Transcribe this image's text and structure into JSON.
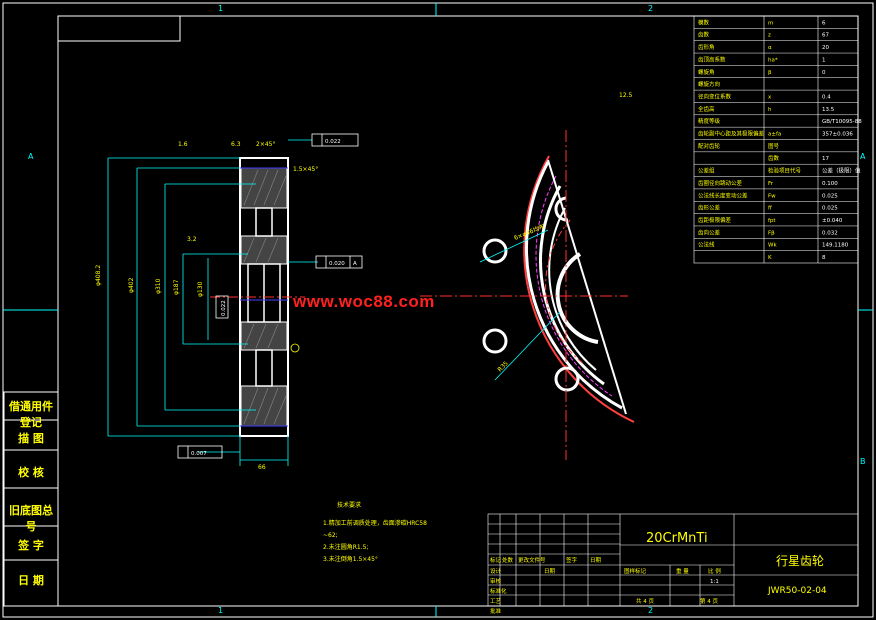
{
  "border": {
    "zone_top_1": "1",
    "zone_top_2": "2",
    "zone_bottom_1": "1",
    "zone_bottom_2": "2",
    "zone_left_a": "A",
    "zone_right_a": "A",
    "zone_right_b": "B"
  },
  "left_strip": [
    "借通用件登记",
    "描 图",
    "校 核",
    "旧底图总号",
    "签 字",
    "日 期"
  ],
  "gear_table": {
    "rows": [
      {
        "label": "模数",
        "sym": "m",
        "val": "6"
      },
      {
        "label": "齿数",
        "sym": "z",
        "val": "67"
      },
      {
        "label": "齿形角",
        "sym": "α",
        "val": "20"
      },
      {
        "label": "齿顶高系数",
        "sym": "ha*",
        "val": "1"
      },
      {
        "label": "螺旋角",
        "sym": "β",
        "val": "0"
      },
      {
        "label": "螺旋方向",
        "sym": "",
        "val": ""
      },
      {
        "label": "径向变位系数",
        "sym": "x",
        "val": "0.4"
      },
      {
        "label": "全齿高",
        "sym": "h",
        "val": "13.5"
      },
      {
        "label": "精度等级",
        "sym": "",
        "val": "GB/T10095-88"
      },
      {
        "label": "齿轮副中心距及其极限偏差",
        "sym": "a±fa",
        "val": "357±0.036"
      },
      {
        "label": "配对齿轮",
        "sym": "图号",
        "val": ""
      },
      {
        "label": "",
        "sym": "齿数",
        "val": "17"
      },
      {
        "label": "公差组",
        "sym": "检验项目代号",
        "val": "公差（极限）值"
      },
      {
        "label": "齿圈径向跳动公差",
        "sym": "Fr",
        "val": "0.100"
      },
      {
        "label": "公法线长度变动公差",
        "sym": "Fw",
        "val": "0.025"
      },
      {
        "label": "齿形公差",
        "sym": "ff",
        "val": "0.025"
      },
      {
        "label": "齿距极限偏差",
        "sym": "fpt",
        "val": "±0.040"
      },
      {
        "label": "齿向公差",
        "sym": "Fβ",
        "val": "0.032"
      },
      {
        "label": "公法线",
        "sym": "Wk",
        "val": "149.1180"
      },
      {
        "label": "",
        "sym": "K",
        "val": "8"
      }
    ]
  },
  "notes": {
    "title": "技术要求",
    "lines": [
      "1.精加工前调质处理，齿面渗碳HRC58",
      "~62;",
      "2.未注圆角R1.5;",
      "3.未注倒角1.5×45°"
    ]
  },
  "title_block": {
    "material": "20CrMnTi",
    "part_name": "行星齿轮",
    "drawing_no": "JWR50-02-04",
    "scale_label": "比 例",
    "scale": "1:1",
    "weight_label": "重 量",
    "stage_label": "图样标记",
    "sheets_total": "共 4 页",
    "sheet_no": "第 4 页",
    "rev_labels": [
      "标记",
      "处数",
      "更改文件号",
      "签字",
      "日期"
    ],
    "roles": [
      "设计",
      "审核",
      "标准化",
      "工艺",
      "批准"
    ],
    "date_label": "日期"
  },
  "dimensions": {
    "d_tip": "φ408.2",
    "d_root": "φ402",
    "d_hub": "φ310",
    "d_bore": "φ187",
    "d_inner": "φ130",
    "face_width": "66",
    "angle": "2×45°",
    "chamfer": "1.5×45°",
    "runout_1": "0.022",
    "runout_2": "0.020",
    "runout_3": "0.022",
    "flatness": "0.007",
    "datum": "A",
    "rough_1": "1.6",
    "rough_2": "6.3",
    "rough_3": "3.2",
    "rough_4": "12.5",
    "holes": "6×φ46均布",
    "radius_label": "R35"
  },
  "watermark": "www.woc88.com"
}
